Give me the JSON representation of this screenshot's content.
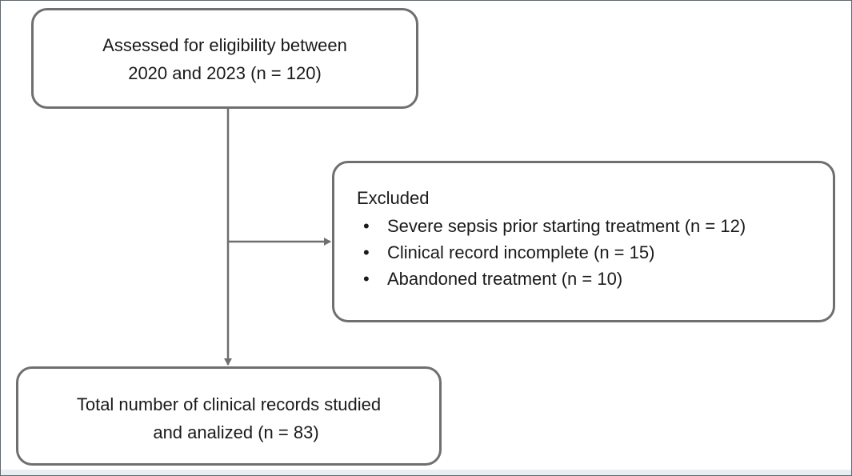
{
  "flowchart": {
    "top_box": {
      "line1": "Assessed for eligibility between",
      "line2": "2020 and 2023 (n = 120)"
    },
    "excluded_box": {
      "heading": "Excluded",
      "items": [
        "Severe sepsis prior starting treatment (n = 12)",
        "Clinical record incomplete (n = 15)",
        "Abandoned treatment (n = 10)"
      ]
    },
    "bottom_box": {
      "line1": "Total number of clinical records studied",
      "line2": "and analized (n = 83)"
    }
  },
  "colors": {
    "box_border": "#6f6f6f",
    "arrow": "#6f6f6f",
    "frame_border": "#5e6a73"
  }
}
